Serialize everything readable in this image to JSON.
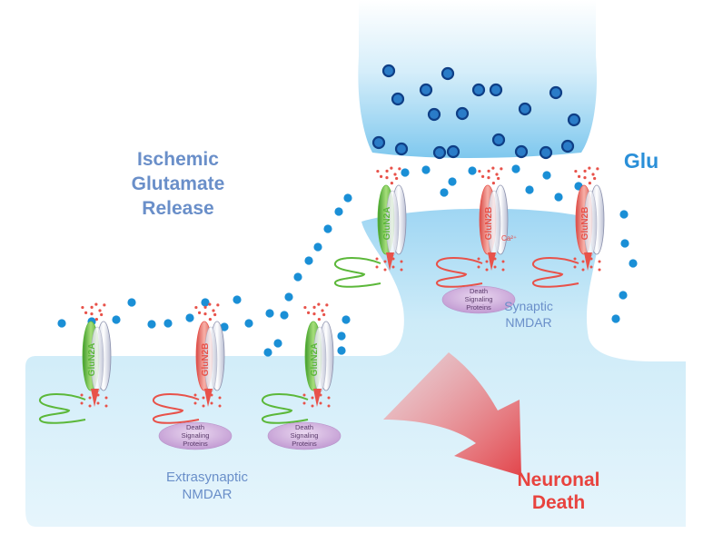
{
  "labels": {
    "ischemic_line1": "Ischemic",
    "ischemic_line2": "Glutamate",
    "ischemic_line3": "Release",
    "glu": "Glu",
    "synaptic_line1": "Synaptic",
    "synaptic_line2": "NMDAR",
    "extrasynaptic_line1": "Extrasynaptic",
    "extrasynaptic_line2": "NMDAR",
    "neuronal_line1": "Neuronal",
    "neuronal_line2": "Death",
    "calcium": "Ca²⁺"
  },
  "receptors": [
    {
      "subunit": "GluN2A"
    },
    {
      "subunit": "GluN2B"
    },
    {
      "subunit": "GluN2A"
    },
    {
      "subunit": "GluN2A"
    },
    {
      "subunit": "GluN2B"
    },
    {
      "subunit": "GluN2B"
    }
  ],
  "death_complex": {
    "line1": "Death",
    "line2": "Signaling",
    "line3": "Proteins"
  },
  "colors": {
    "membrane": "#cdebf8",
    "vesicle_fill": "#2a7cc8",
    "glutamate": "#1a8fd6",
    "glun2a": "#5cb83a",
    "glun2b": "#e8524a",
    "title_blue": "#6a8fc9",
    "death_red": "#e8433e",
    "death_complex": "#c9a6d6"
  }
}
